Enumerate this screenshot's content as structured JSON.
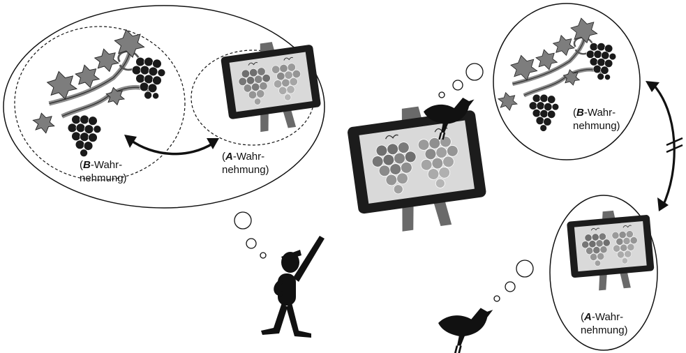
{
  "labels": {
    "left_b_line1_open": "(",
    "left_b_line1_letter": "B",
    "left_b_line1_rest": "-Wahr-",
    "left_b_line2": "nehmung)",
    "left_a_line1_open": "(",
    "left_a_line1_letter": "A",
    "left_a_line1_rest": "-Wahr-",
    "left_a_line2": "nehmung)",
    "right_b_line1_open": "(",
    "right_b_line1_letter": "B",
    "right_b_line1_rest": "-Wahr-",
    "right_b_line2": "nehmung)",
    "right_a_line1_open": "(",
    "right_a_line1_letter": "A",
    "right_a_line1_rest": "-Wahr-",
    "right_a_line2": "nehmung)"
  },
  "colors": {
    "ink": "#111111",
    "frame": "#1c1c1c",
    "canvas": "#d9d9d9",
    "easel": "#6a6a6a",
    "grape_dark": "#6f6f6f",
    "grape_light": "#9a9a9a",
    "leaf": "#7d7d7d",
    "vine_stem": "#8c8c8c"
  },
  "icons": [
    "grapevine-icon",
    "painting-icon",
    "human-icon",
    "bird-icon",
    "double-arrow-icon",
    "blocked-arrow-icon",
    "thought-bubble-icon"
  ]
}
